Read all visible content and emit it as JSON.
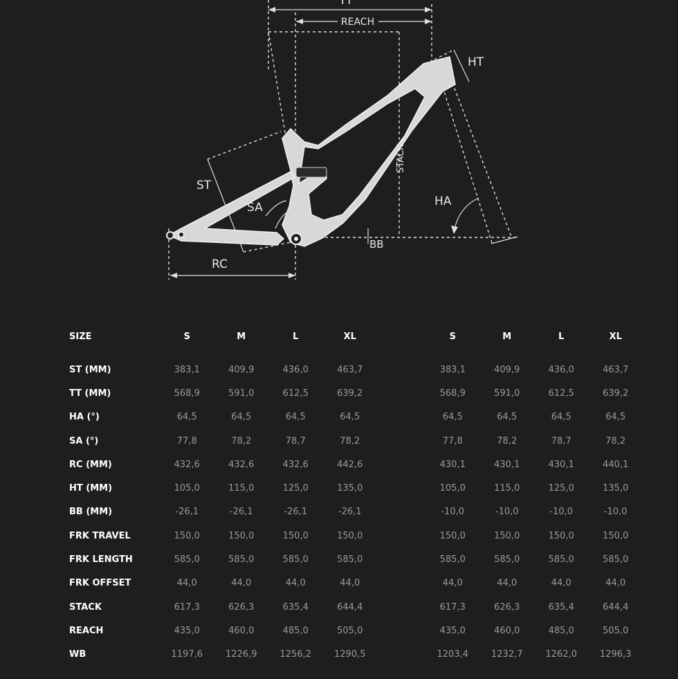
{
  "diagram": {
    "labels": {
      "tt": "TT",
      "reach": "REACH",
      "ht": "HT",
      "stack": "STACK",
      "st": "ST",
      "sa": "SA",
      "ha": "HA",
      "bb": "BB",
      "rc": "RC"
    },
    "colors": {
      "background": "#1e1e1e",
      "frame": "#d8d8d8",
      "lines": "#e0e0e0"
    }
  },
  "table": {
    "header": [
      "SIZE",
      "S",
      "M",
      "L",
      "XL",
      "S",
      "M",
      "L",
      "XL"
    ],
    "rows": [
      {
        "label": "ST (MM)",
        "values": [
          "383,1",
          "409,9",
          "436,0",
          "463,7",
          "383,1",
          "409,9",
          "436,0",
          "463,7"
        ]
      },
      {
        "label": "TT (MM)",
        "values": [
          "568,9",
          "591,0",
          "612,5",
          "639,2",
          "568,9",
          "591,0",
          "612,5",
          "639,2"
        ]
      },
      {
        "label": "HA (°)",
        "values": [
          "64,5",
          "64,5",
          "64,5",
          "64,5",
          "64,5",
          "64,5",
          "64,5",
          "64,5"
        ]
      },
      {
        "label": "SA (°)",
        "values": [
          "77,8",
          "78,2",
          "78,7",
          "78,2",
          "77,8",
          "78,2",
          "78,7",
          "78,2"
        ]
      },
      {
        "label": "RC (MM)",
        "values": [
          "432,6",
          "432,6",
          "432,6",
          "442,6",
          "430,1",
          "430,1",
          "430,1",
          "440,1"
        ]
      },
      {
        "label": "HT (MM)",
        "values": [
          "105,0",
          "115,0",
          "125,0",
          "135,0",
          "105,0",
          "115,0",
          "125,0",
          "135,0"
        ]
      },
      {
        "label": "BB (MM)",
        "values": [
          "-26,1",
          "-26,1",
          "-26,1",
          "-26,1",
          "-10,0",
          "-10,0",
          "-10,0",
          "-10,0"
        ]
      },
      {
        "label": "FRK TRAVEL",
        "values": [
          "150,0",
          "150,0",
          "150,0",
          "150,0",
          "150,0",
          "150,0",
          "150,0",
          "150,0"
        ]
      },
      {
        "label": "FRK LENGTH",
        "values": [
          "585,0",
          "585,0",
          "585,0",
          "585,0",
          "585,0",
          "585,0",
          "585,0",
          "585,0"
        ]
      },
      {
        "label": "FRK OFFSET",
        "values": [
          "44,0",
          "44,0",
          "44,0",
          "44,0",
          "44,0",
          "44,0",
          "44,0",
          "44,0"
        ]
      },
      {
        "label": "STACK",
        "values": [
          "617,3",
          "626,3",
          "635,4",
          "644,4",
          "617,3",
          "626,3",
          "635,4",
          "644,4"
        ]
      },
      {
        "label": "REACH",
        "values": [
          "435,0",
          "460,0",
          "485,0",
          "505,0",
          "435,0",
          "460,0",
          "485,0",
          "505,0"
        ]
      },
      {
        "label": "WB",
        "values": [
          "1197,6",
          "1226,9",
          "1256,2",
          "1290,5",
          "1203,4",
          "1232,7",
          "1262,0",
          "1296,3"
        ]
      }
    ]
  }
}
